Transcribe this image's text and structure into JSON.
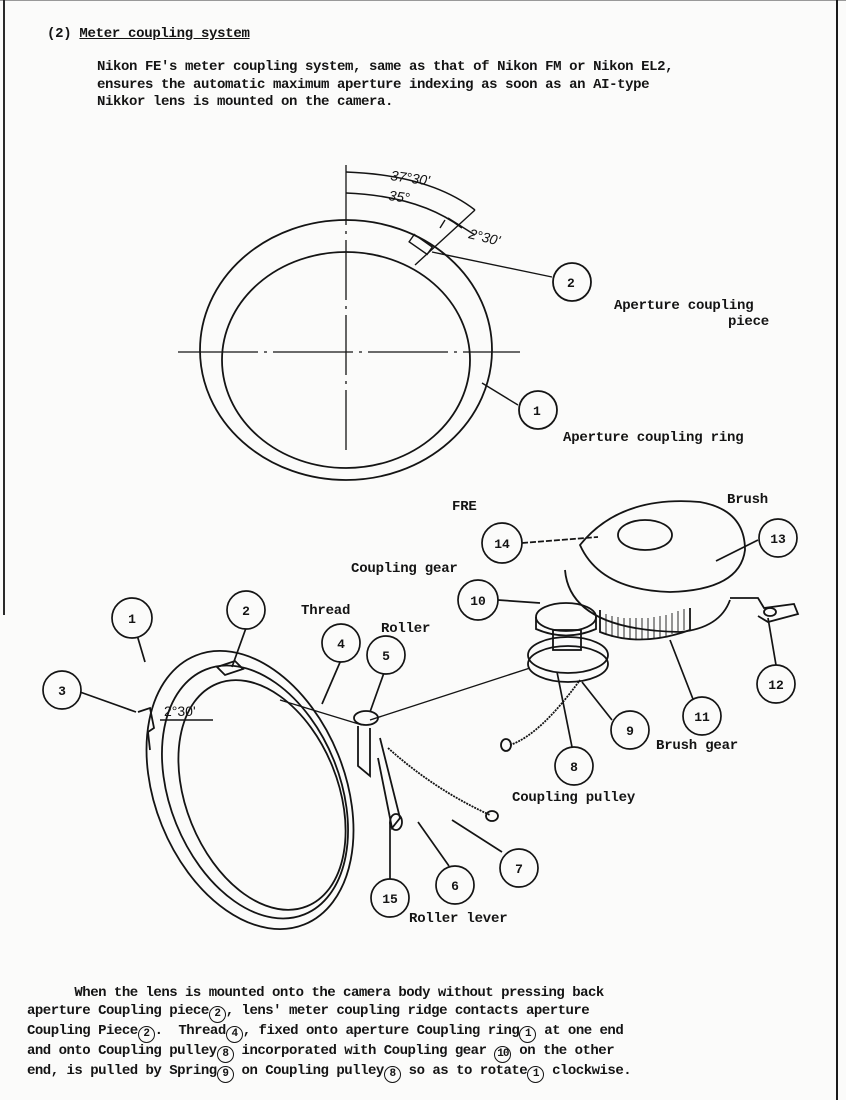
{
  "header": {
    "section_number": "(2)",
    "section_title": "Meter coupling system"
  },
  "intro": {
    "lines": [
      "Nikon FE's meter coupling system, same as that of Nikon FM or Nikon EL2,",
      "ensures the automatic maximum aperture indexing as soon as an AI-type",
      "Nikkor lens is mounted on the camera."
    ]
  },
  "figure_top": {
    "angles": {
      "outer": "37°30'",
      "inner": "35°",
      "offset": "2°30'"
    },
    "callouts": [
      {
        "num": "2",
        "label": "Aperture coupling piece",
        "label_lines": [
          "Aperture coupling",
          "piece"
        ]
      },
      {
        "num": "1",
        "label": "Aperture coupling ring"
      }
    ]
  },
  "figure_bottom": {
    "labels": {
      "fre": "FRE",
      "brush": "Brush",
      "coupling_gear": "Coupling gear",
      "thread": "Thread",
      "roller": "Roller",
      "brush_gear": "Brush gear",
      "coupling_pulley": "Coupling pulley",
      "roller_lever": "Roller lever",
      "angle": "2°30'"
    },
    "callouts": [
      "1",
      "2",
      "3",
      "4",
      "5",
      "6",
      "7",
      "8",
      "9",
      "10",
      "11",
      "12",
      "13",
      "14",
      "15"
    ]
  },
  "body": {
    "lines": [
      [
        "      When the lens is mounted onto the camera body without pressing back"
      ],
      [
        "aperture Coupling piece",
        {
          "c": "2"
        },
        ", lens' meter coupling ridge contacts aperture"
      ],
      [
        "Coupling Piece",
        {
          "c": "2"
        },
        ".  Thread",
        {
          "c": "4"
        },
        ", fixed onto aperture Coupling ring",
        {
          "c": "1"
        },
        " at one end"
      ],
      [
        "and onto Coupling pulley",
        {
          "c": "8"
        },
        " incorporated with Coupling gear ",
        {
          "c": "10"
        },
        " on the other"
      ],
      [
        "end, is pulled by Spring",
        {
          "c": "9"
        },
        " on Coupling pulley",
        {
          "c": "8"
        },
        " so as to rotate",
        {
          "c": "1"
        },
        " clockwise."
      ]
    ]
  }
}
